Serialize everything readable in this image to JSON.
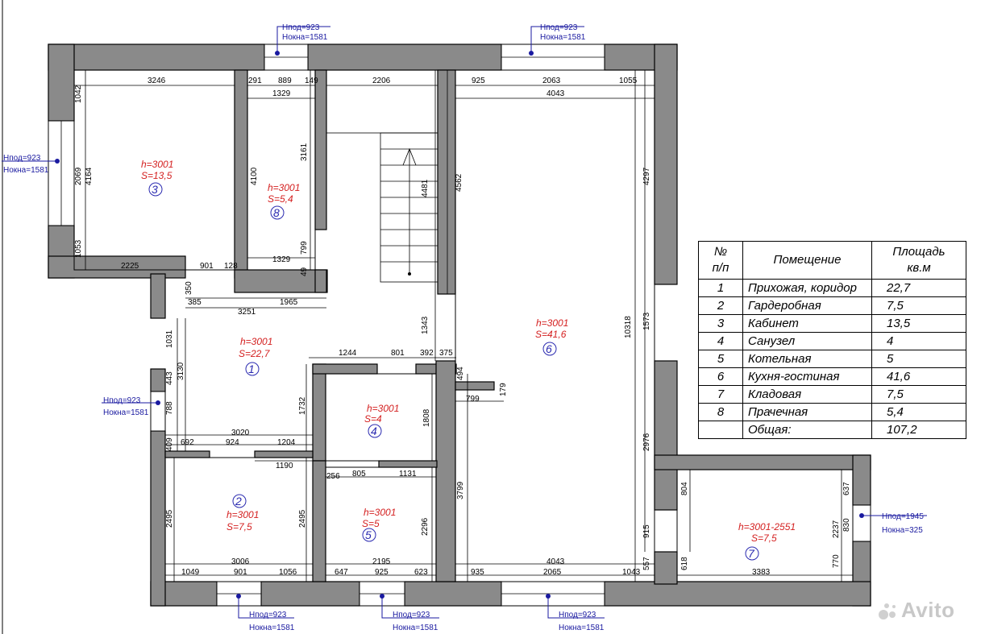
{
  "rooms": [
    {
      "id": "3",
      "h": "h=3001",
      "s": "S=13,5"
    },
    {
      "id": "8",
      "h": "h=3001",
      "s": "S=5,4"
    },
    {
      "id": "6",
      "h": "h=3001",
      "s": "S=41,6"
    },
    {
      "id": "1",
      "h": "h=3001",
      "s": "S=22,7"
    },
    {
      "id": "4",
      "h": "h=3001",
      "s": "S=4"
    },
    {
      "id": "2",
      "h": "h=3001",
      "s": "S=7,5"
    },
    {
      "id": "5",
      "h": "h=3001",
      "s": "S=5"
    },
    {
      "id": "7",
      "h": "h=3001-2551",
      "s": "S=7,5"
    }
  ],
  "window_notes": [
    {
      "sill": "Нпод=923",
      "height": "Нокна=1581"
    },
    {
      "sill": "Нпод=923",
      "height": "Нокна=1581"
    },
    {
      "sill": "Нпод=923",
      "height": "Нокна=1581"
    },
    {
      "sill": "Нпод=923",
      "height": "Нокна=1581"
    },
    {
      "sill": "Нпод=1945",
      "height": "Нокна=325"
    },
    {
      "sill": "Нпод=923",
      "height": "Нокна=1581"
    },
    {
      "sill": "Нпод=923",
      "height": "Нокна=1581"
    },
    {
      "sill": "Нпод=923",
      "height": "Нокна=1581"
    }
  ],
  "dimensions": [
    "3246",
    "291",
    "889",
    "149",
    "2206",
    "925",
    "2063",
    "1055",
    "1329",
    "4043",
    "1042",
    "4164",
    "2069",
    "1053",
    "4100",
    "3161",
    "799",
    "1329",
    "49",
    "4481",
    "4562",
    "4297",
    "2225",
    "901",
    "128",
    "350",
    "385",
    "3251",
    "1965",
    "1343",
    "10318",
    "1573",
    "1031",
    "3130",
    "443",
    "788",
    "1244",
    "801",
    "392",
    "375",
    "494",
    "1732",
    "799",
    "179",
    "1808",
    "3020",
    "692",
    "924",
    "1204",
    "409",
    "1190",
    "2495",
    "2495",
    "256",
    "805",
    "1131",
    "3799",
    "2296",
    "2976",
    "804",
    "637",
    "2237",
    "830",
    "915",
    "3006",
    "1049",
    "901",
    "1056",
    "2195",
    "647",
    "925",
    "623",
    "4043",
    "935",
    "2065",
    "1043",
    "557",
    "618",
    "3383",
    "770"
  ],
  "legend": {
    "headers": [
      "№\nп/п",
      "Помещение",
      "Площадь\nкв.м"
    ],
    "rows": [
      {
        "num": "1",
        "name": "Прихожая, коридор",
        "area": "22,7"
      },
      {
        "num": "2",
        "name": "Гардеробная",
        "area": "7,5"
      },
      {
        "num": "3",
        "name": "Кабинет",
        "area": "13,5"
      },
      {
        "num": "4",
        "name": "Санузел",
        "area": "4"
      },
      {
        "num": "5",
        "name": "Котельная",
        "area": "5"
      },
      {
        "num": "6",
        "name": "Кухня-гостиная",
        "area": "41,6"
      },
      {
        "num": "7",
        "name": "Кладовая",
        "area": "7,5"
      },
      {
        "num": "8",
        "name": "Прачечная",
        "area": "5,4"
      }
    ],
    "total_label": "Общая:",
    "total_area": "107,2"
  },
  "watermark": "Avito",
  "colors": {
    "wall": "#8a8a8a",
    "room_label": "#d42020",
    "room_number": "#2a2ab0",
    "window_note": "#1a1aa0"
  }
}
